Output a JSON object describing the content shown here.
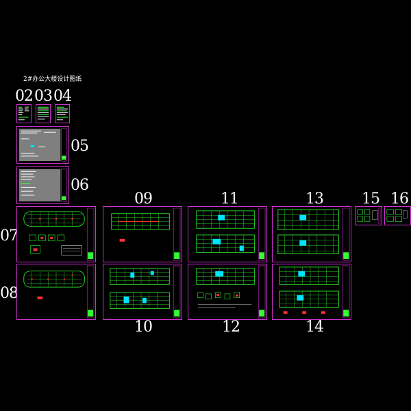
{
  "title": "2#办公大楼设计图纸",
  "sheet_numbers": {
    "n02": "02",
    "n03": "03",
    "n04": "04",
    "n05": "05",
    "n06": "06",
    "n07": "07",
    "n08": "08",
    "n09": "09",
    "n10": "10",
    "n11": "11",
    "n12": "12",
    "n13": "13",
    "n14": "14",
    "n15": "15",
    "n16": "16"
  },
  "colors": {
    "background": "#000000",
    "sheet_border": "#cc33cc",
    "plan_lines": "#33ff33",
    "fill_cyan": "#00e5ff",
    "accent_red": "#ff3333",
    "gray_panel": "#7f7f7f",
    "text": "#ffffff"
  }
}
